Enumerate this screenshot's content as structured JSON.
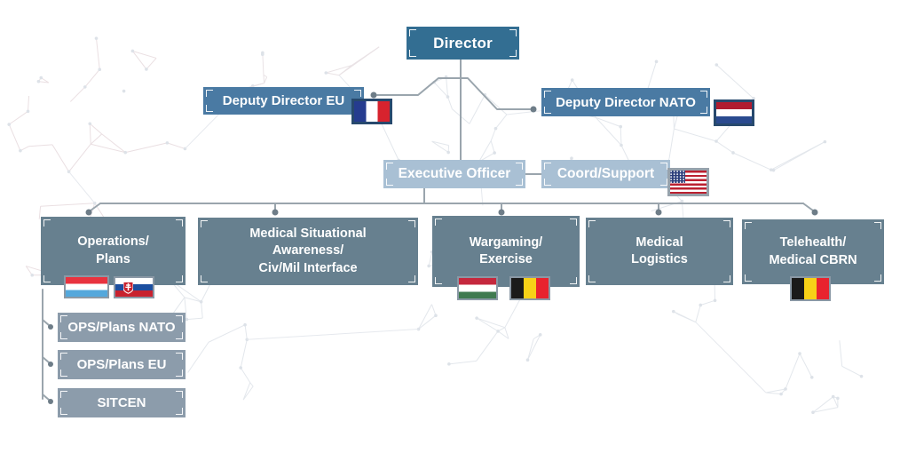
{
  "chart": {
    "director": {
      "label": "Director"
    },
    "deputy_eu": {
      "label": "Deputy Director EU",
      "flag": "france-flag-icon"
    },
    "deputy_nato": {
      "label": "Deputy Director NATO",
      "flag": "netherlands-flag-icon"
    },
    "executive_officer": {
      "label": "Executive Officer"
    },
    "coord_support": {
      "label": "Coord/Support",
      "flag": "united-states-flag-icon"
    },
    "departments": [
      {
        "lines": [
          "Operations/",
          "Plans"
        ],
        "flags": [
          "luxembourg-flag-icon",
          "slovakia-flag-icon"
        ]
      },
      {
        "lines": [
          "Medical Situational",
          "Awareness/",
          "Civ/Mil Interface"
        ],
        "flags": []
      },
      {
        "lines": [
          "Wargaming/",
          "Exercise"
        ],
        "flags": [
          "hungary-flag-icon",
          "belgium-flag-icon"
        ]
      },
      {
        "lines": [
          "Medical",
          "Logistics"
        ],
        "flags": []
      },
      {
        "lines": [
          "Telehealth/",
          "Medical CBRN"
        ],
        "flags": [
          "belgium-flag-icon"
        ]
      }
    ],
    "operations_subunits": [
      {
        "label": "OPS/Plans NATO"
      },
      {
        "label": "OPS/Plans EU"
      },
      {
        "label": "SITCEN"
      }
    ],
    "colors": {
      "director_fill": "#336e92",
      "deputy_fill": "#4a7aa3",
      "staff_fill": "#a9c0d4",
      "department_fill": "#67808f",
      "subunit_fill": "#8c9cab",
      "connector": "#9aa5ad",
      "connector_dot": "#6e7d88",
      "text": "#ffffff"
    }
  }
}
